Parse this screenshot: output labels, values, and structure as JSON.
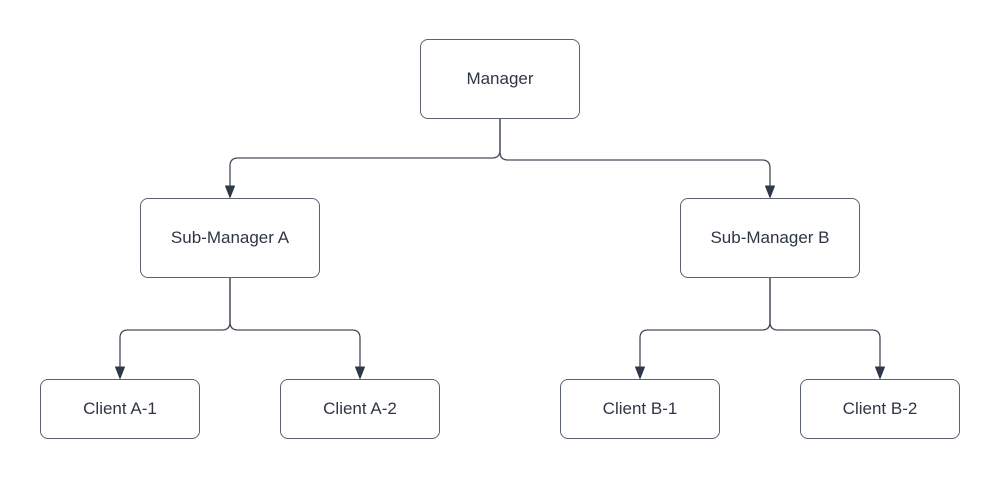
{
  "diagram": {
    "type": "org-chart-tree",
    "background": "#ffffff",
    "colors": {
      "node_fill": "#ffffff",
      "node_border": "#5a6270",
      "edge_stroke": "#434c5a",
      "arrow_fill": "#2f3847",
      "text": "#2e3644"
    },
    "nodes": {
      "manager": {
        "label": "Manager"
      },
      "sub_manager_a": {
        "label": "Sub-Manager A"
      },
      "sub_manager_b": {
        "label": "Sub-Manager B"
      },
      "client_a1": {
        "label": "Client A-1"
      },
      "client_a2": {
        "label": "Client A-2"
      },
      "client_b1": {
        "label": "Client B-1"
      },
      "client_b2": {
        "label": "Client B-2"
      }
    },
    "edges": [
      {
        "from": "Manager",
        "to": "Sub-Manager A",
        "arrow": "filled-triangle-down"
      },
      {
        "from": "Manager",
        "to": "Sub-Manager B",
        "arrow": "filled-triangle-down"
      },
      {
        "from": "Sub-Manager A",
        "to": "Client A-1",
        "arrow": "filled-triangle-down"
      },
      {
        "from": "Sub-Manager A",
        "to": "Client A-2",
        "arrow": "filled-triangle-down"
      },
      {
        "from": "Sub-Manager B",
        "to": "Client B-1",
        "arrow": "filled-triangle-down"
      },
      {
        "from": "Sub-Manager B",
        "to": "Client B-2",
        "arrow": "filled-triangle-down"
      }
    ]
  }
}
